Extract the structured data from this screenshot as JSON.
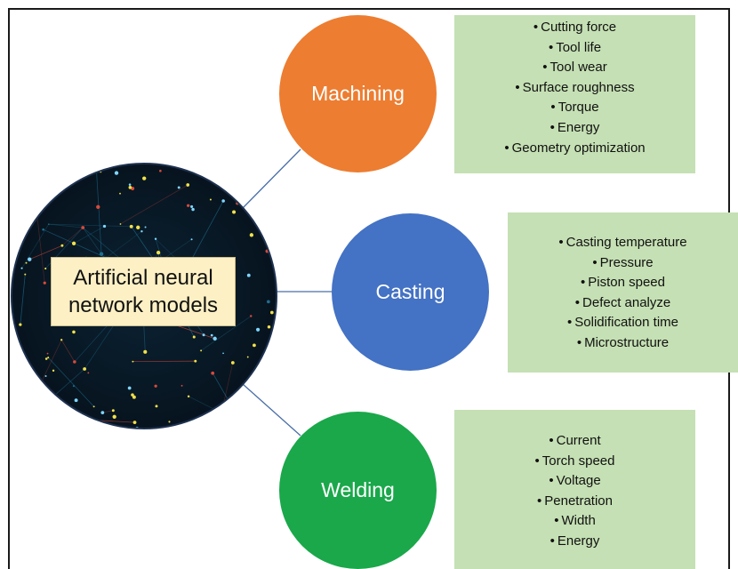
{
  "hub": {
    "label_line1": "Artificial neural",
    "label_line2": "network models",
    "background_colors": [
      "#07141f",
      "#1e6f8f",
      "#f2e14b",
      "#d9493a",
      "#7fd6ff"
    ]
  },
  "nodes": [
    {
      "label": "Machining",
      "color": "#ed7d31",
      "items": [
        "Cutting force",
        "Tool life",
        "Tool wear",
        "Surface roughness",
        "Torque",
        "Energy",
        "Geometry optimization"
      ]
    },
    {
      "label": "Casting",
      "color": "#4472c4",
      "items": [
        "Casting temperature",
        "Pressure",
        "Piston speed",
        "Defect analyze",
        "Solidification time",
        "Microstructure"
      ]
    },
    {
      "label": "Welding",
      "color": "#1aa84a",
      "items": [
        "Current",
        "Torch speed",
        "Voltage",
        "Penetration",
        "Width",
        "Energy"
      ]
    }
  ],
  "colors": {
    "box_fill": "#c5e0b4",
    "connector": "#4a6fa8",
    "label_fill": "#fdf0c4"
  }
}
